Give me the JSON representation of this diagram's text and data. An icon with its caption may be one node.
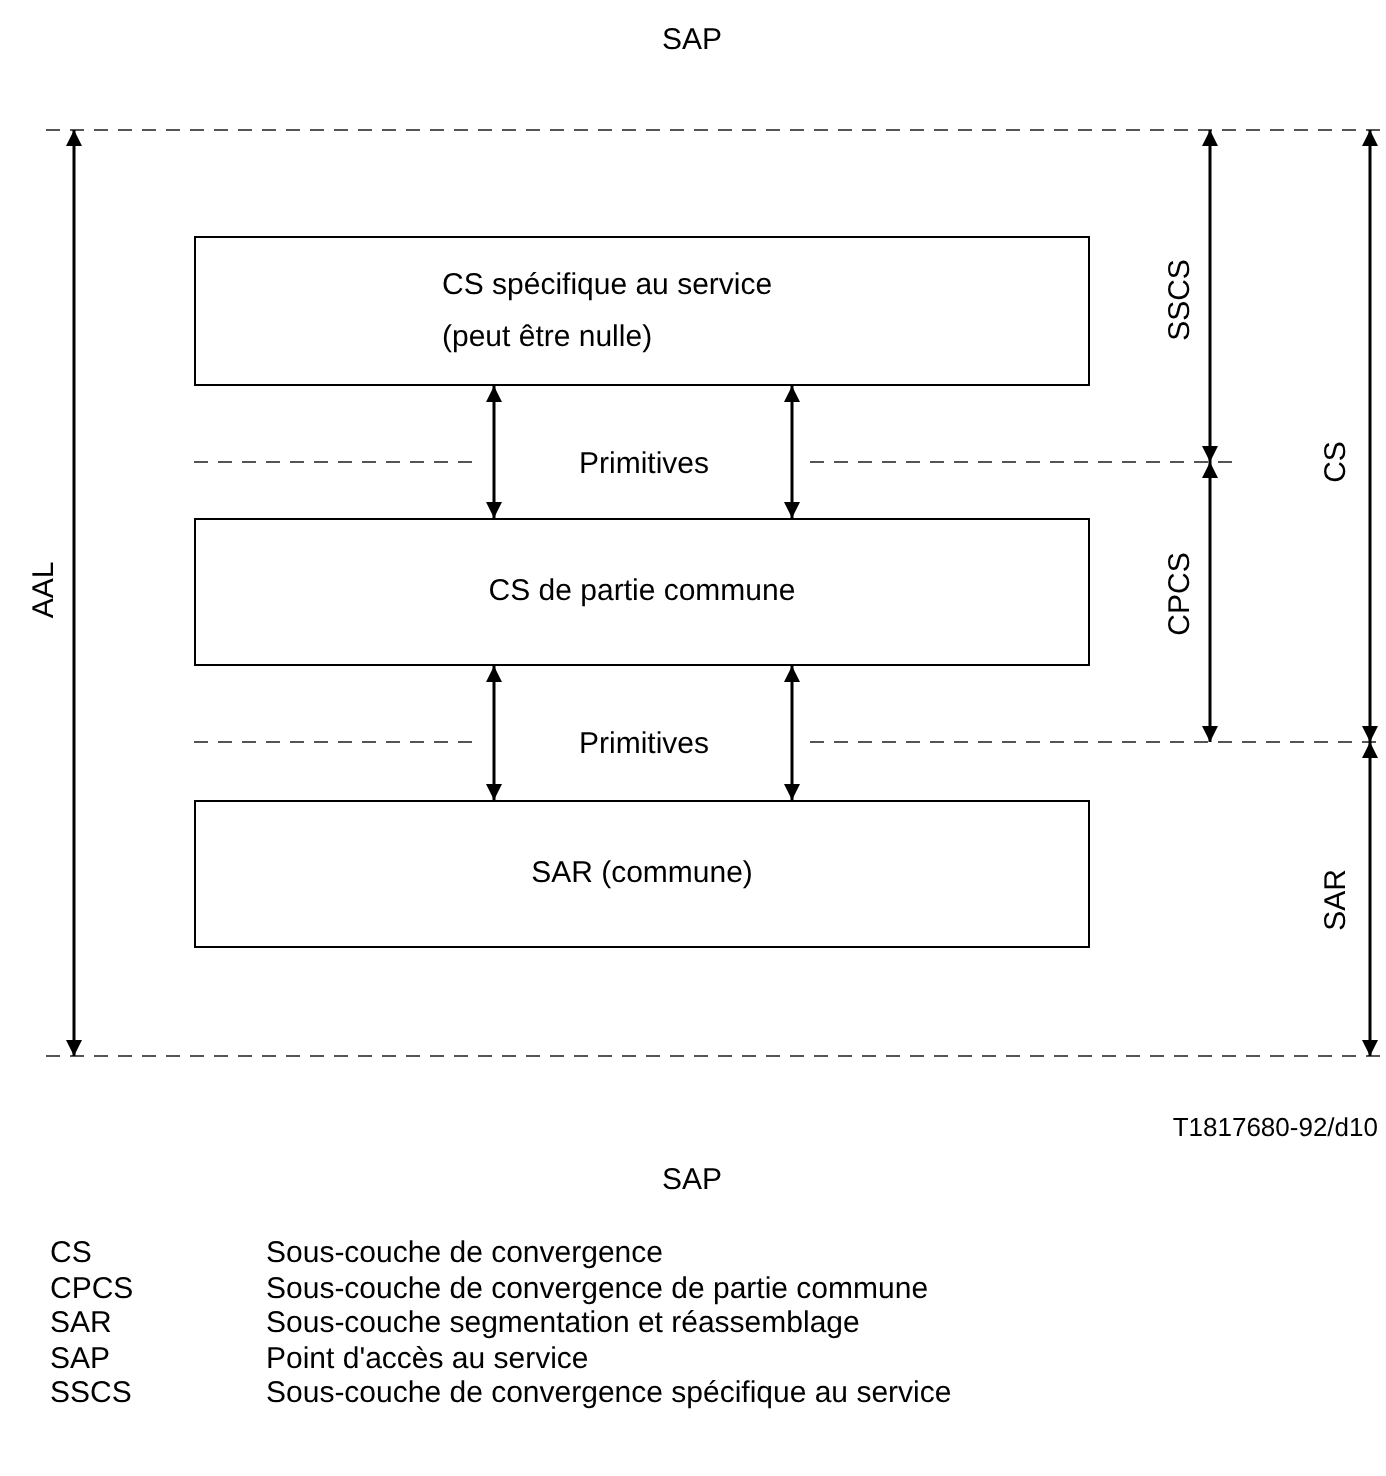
{
  "diagram": {
    "nodes": [
      {
        "text": [
          "CS spécifique au service (peut être nulle)"
        ]
      },
      {
        "text": [
          "CS de partie commune"
        ]
      },
      {
        "text": [
          "SAR (commune)"
        ]
      }
    ],
    "edges": [
      {
        "from": 0,
        "to": 1,
        "arrow": "both"
      },
      {
        "from": 0,
        "to": 1,
        "arrow": "both"
      },
      {
        "from": 1,
        "to": 2,
        "arrow": "both"
      },
      {
        "from": 1,
        "to": 2,
        "arrow": "both"
      }
    ],
    "labels": [
      "SAP",
      "AAL",
      "SSCS",
      "CS",
      "Primitives",
      "CPCS",
      "Primitives",
      "SAR",
      "T1817680-92/d10",
      "SAP",
      "CS",
      "Sous-couche de convergence",
      "CPCS",
      "Sous-couche de convergence de partie commune",
      "SAR",
      "Sous-couche segmentation et réassemblage",
      "SAP",
      "Point d'accès au service",
      "SSCS",
      "Sous-couche de convergence spécifique au service"
    ]
  }
}
